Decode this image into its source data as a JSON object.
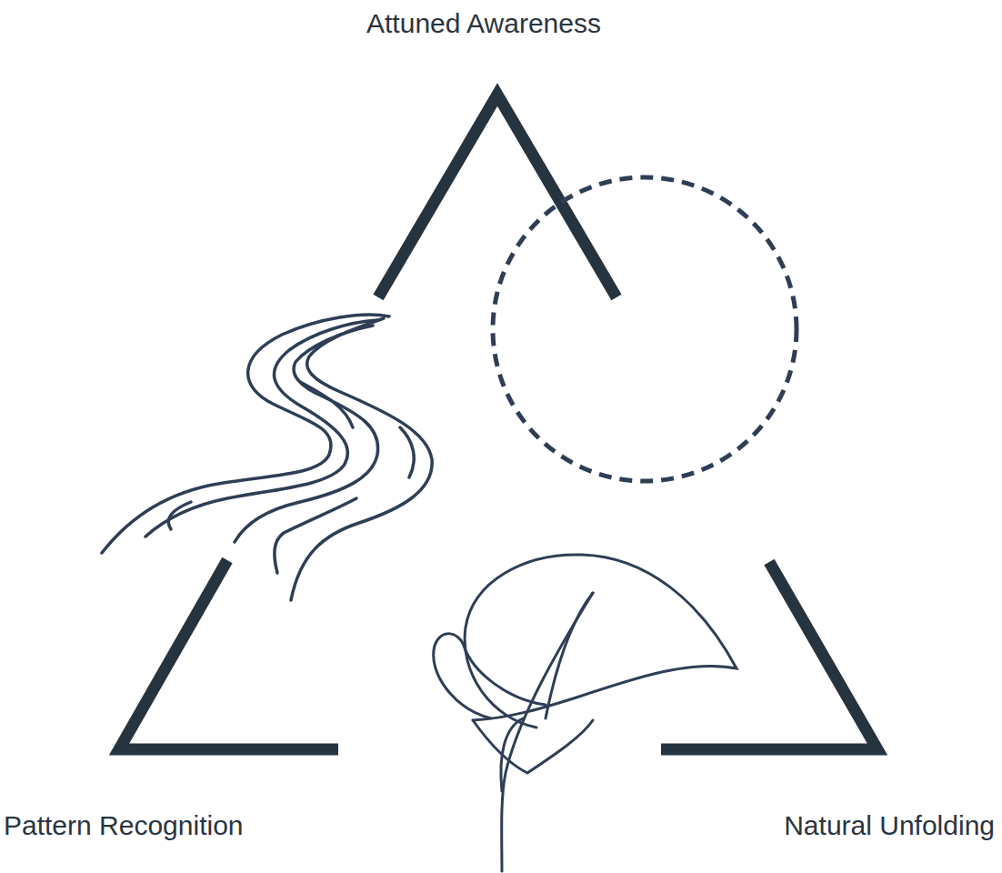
{
  "diagram": {
    "labels": [
      "Attuned Awareness",
      "Pattern Recognition",
      "Natural Unfolding"
    ]
  }
}
